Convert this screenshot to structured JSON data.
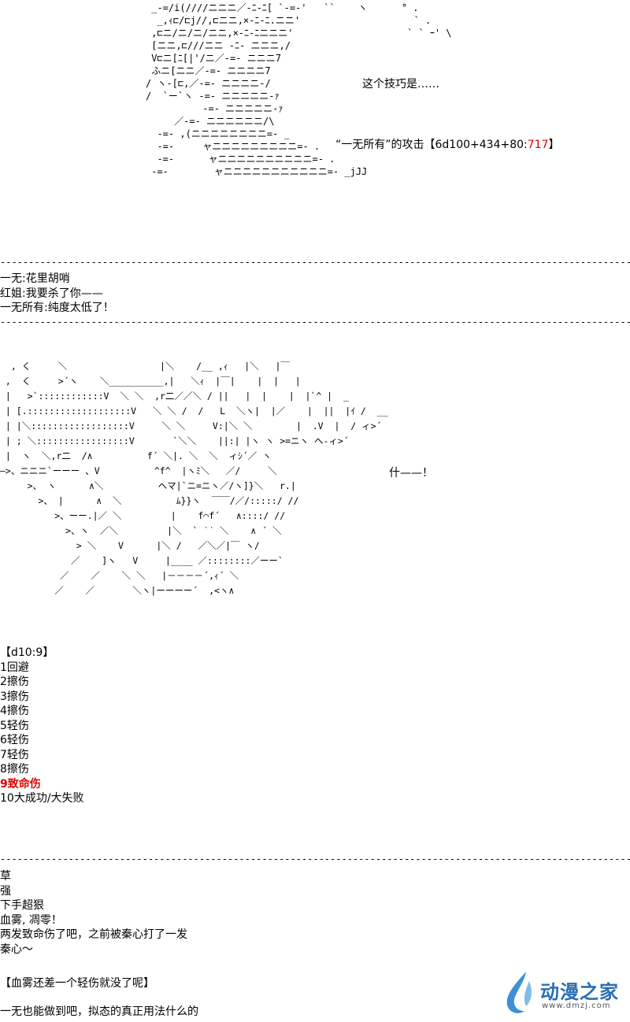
{
  "art_top": " _-=/i(////ニニニ／-ﾆ-ﾆ[ `-=-'   ``    ヽ      ° .\n  _,ｨ⊏/⊏j//,⊏ニニ,×-ﾆ-ﾆ.ニニ'                    ` .\n ,⊏ニ/ニ/ニ/ニニ,×-ﾆ-ﾆニニニ'                    ` ` ｰ' \\\n [ニニ,⊏///ニニ -ﾆ- ニニニ,/\n V⊏ニ[ﾆ[|'/ニ／-=- ニニニ7\n ふニ[ニニ／-=- ニニニニ7\n/ ヽ-[⊏,／-=- ニニニニ-/\n/  `ー`ヽ -=- ニニニニニ-ｧ\n          -=- ニニニニニ-ｧ\n     ／-=- ニニニニニニ/\\\n  -=- ,(ニニニニニニニニ=- _\n  -=-     ャニニニニニニニニニ=- .\n  -=-      ャニニニニニニニニニニ=- .\n -=-        ャニニニニニニニニニニニ=- _jJJ",
  "narration_1": "这个技巧是……",
  "attack_prefix": "“一无所有”的攻击【6d100+434+80:",
  "attack_value": "717",
  "attack_suffix": "】",
  "rule_line": "--------------------------------------------------------------------------------------------------------------------------------------------------",
  "chat_1": [
    "一无:花里胡哨",
    "红姐:我要杀了你——",
    "一无所有:纯度太低了！"
  ],
  "art_middle": "  , く     ＼                 |＼    /__ ,ｨ   |＼   |￣\n ,  く     >´ヽ    ＼__________,|   ＼ｨ  |￣|    |  |   |\n |   >`::::::::::::V  ＼ ＼  ,r二／／＼ / ||   |  |    |  |`^ |  _\n | [.:::::::::::::::::::V   ＼ ＼ /  /   L  ＼ヽ|  |／    |  ||  |ｲ /  __\n | |＼::::::::::::::::::V     ＼ ＼     V:|＼ ＼        |  .V  |  / ィ>´\n | ; ＼:::::::::::::::::V       `＼＼    ||:| |ヽ ヽ >=ニヽ ヘ-ィ>´\n |  ヽ  ＼,r二  /∧          f´ ＼|. ＼  ＼  ィｼ´／ ヽ\n―>、ニニニ`ーーー 、V          ^f^  |ヽﾐ＼   ／/     ＼\n     >、 ヽ      ∧＼          ヘマ|`ニ=ニヽ／/ヽ]}＼   r.|\n       >、 |      ∧  ＼          ﾑ}}ヽ  ￣￣/／/:::::/ //\n          >、ーー.|／ ＼         |    f⌒f´   ∧::::/ //\n            >、ヽ  ／＼         |＼  ` ˙˙ ＼    ∧ ´ ＼\n              > ＼    V      |＼ /   ／＼／|￣ ヽ/\n             ／    ]ヽ   V     |____ ／::::::::／ーー`\n           ／    ／    ＼ ＼   |－－－－´,ｨ´ ＼\n          ／    ／       ＼ヽ|ーーーー´  ,<ヽ∧",
  "narration_2": "什——！",
  "dice_header": "【d10:9】",
  "dice_list": [
    "1回避",
    "2擦伤",
    "3擦伤",
    "4擦伤",
    "5轻伤",
    "6轻伤",
    "7轻伤",
    "8擦伤"
  ],
  "dice_hit": "9致命伤",
  "dice_last": "10大成功/大失败",
  "chat_2": [
    "草",
    "强",
    "下手超狠",
    "血雾, 凋零！",
    "两发致命伤了吧，之前被秦心打了一发",
    "秦心〜"
  ],
  "note": "【血雾还差一个轻伤就没了呢】",
  "last_line": "一无也能做到吧，拟态的真正用法什么的",
  "logo": {
    "name": "动漫之家",
    "url": "www.dmzj.com"
  }
}
